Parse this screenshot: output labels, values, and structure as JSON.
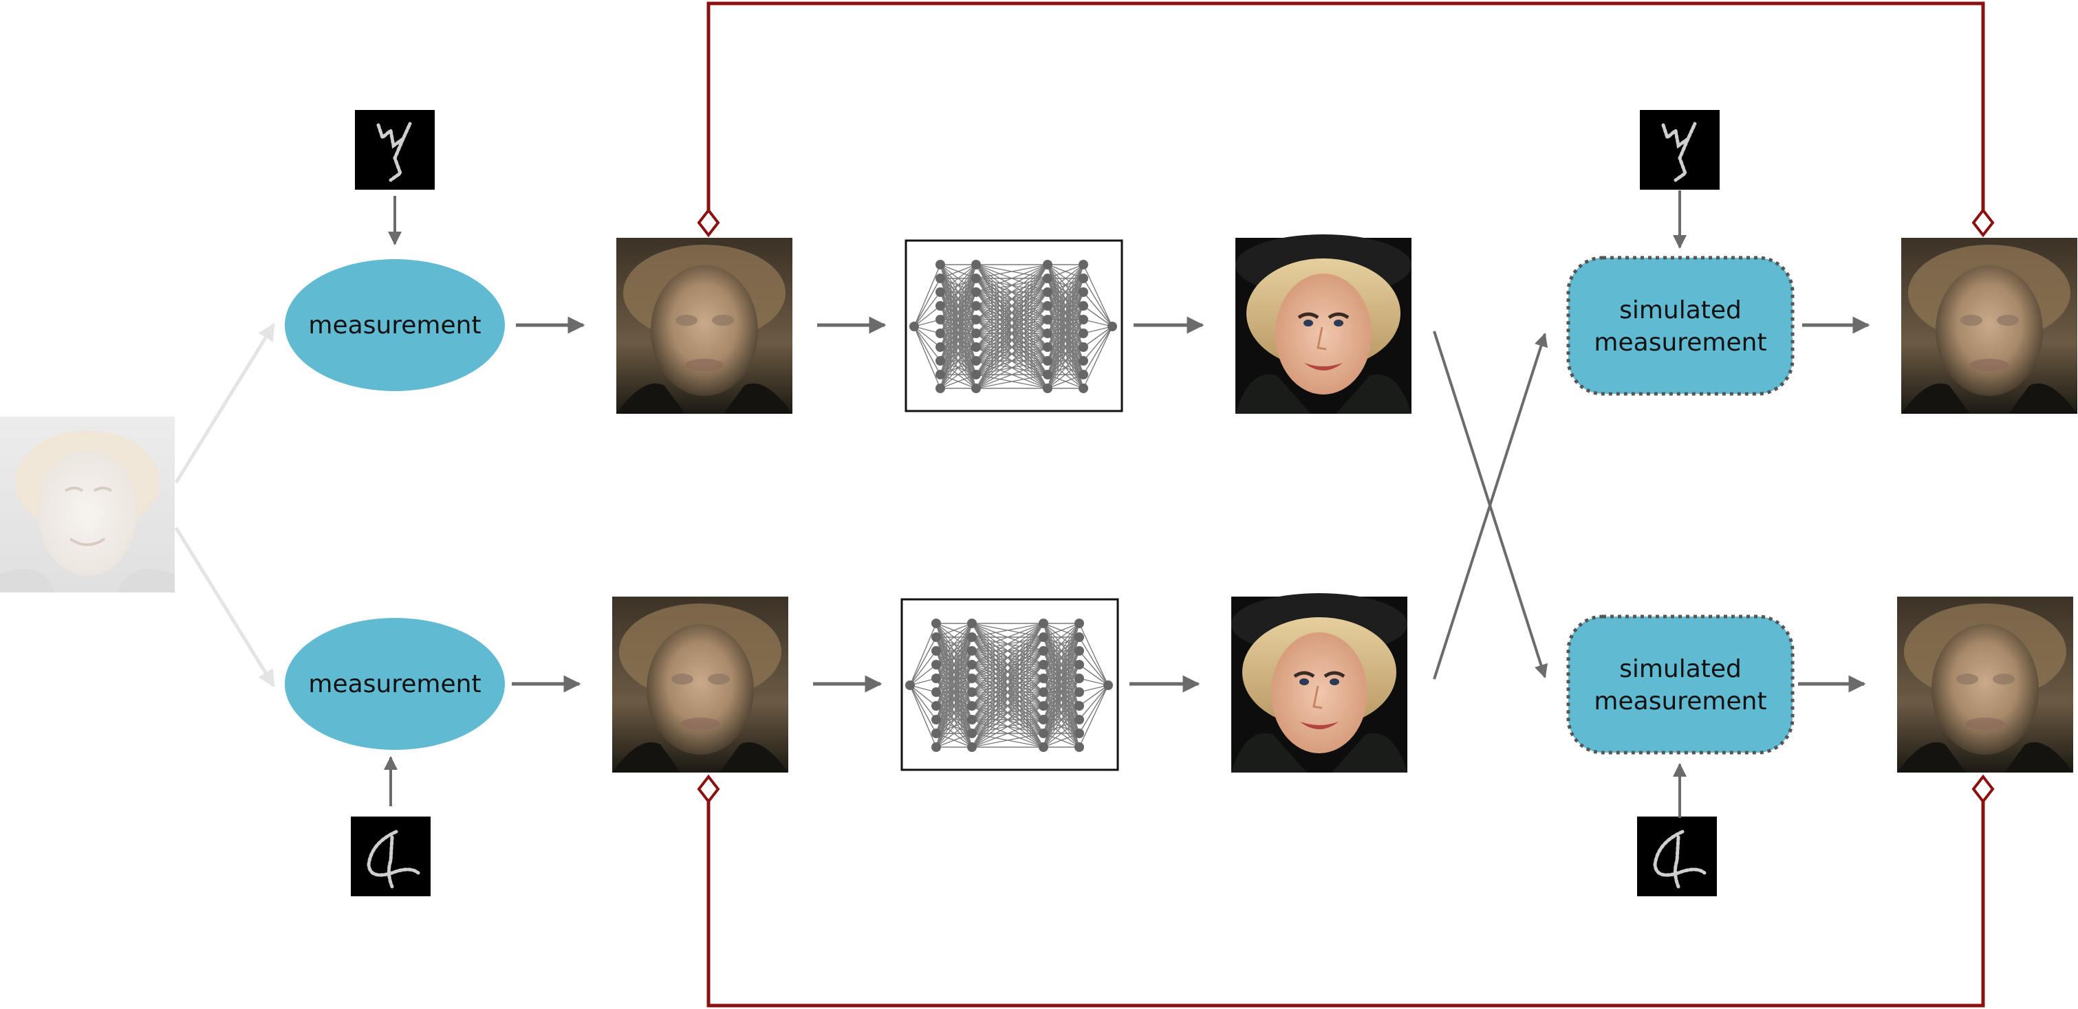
{
  "nodes": {
    "measurement_top": "measurement",
    "measurement_bottom": "measurement",
    "simulated_top_line1": "simulated",
    "simulated_top_line2": "measurement",
    "simulated_bottom_line1": "simulated",
    "simulated_bottom_line2": "measurement"
  },
  "colors": {
    "node_fill": "#5fbad2",
    "arrow": "#6b6b6b",
    "faded_arrow": "#e4e4e4",
    "consistency_link": "#8b1010",
    "mask_background": "#000000"
  },
  "icons": {
    "input": "face-photo-faded",
    "blurred": "blurred-face-photo",
    "reconstructed": "sharp-face-photo",
    "mask_top": "digit-7-mask",
    "mask_bottom": "digit-4-mask",
    "network": "neural-network-icon"
  }
}
